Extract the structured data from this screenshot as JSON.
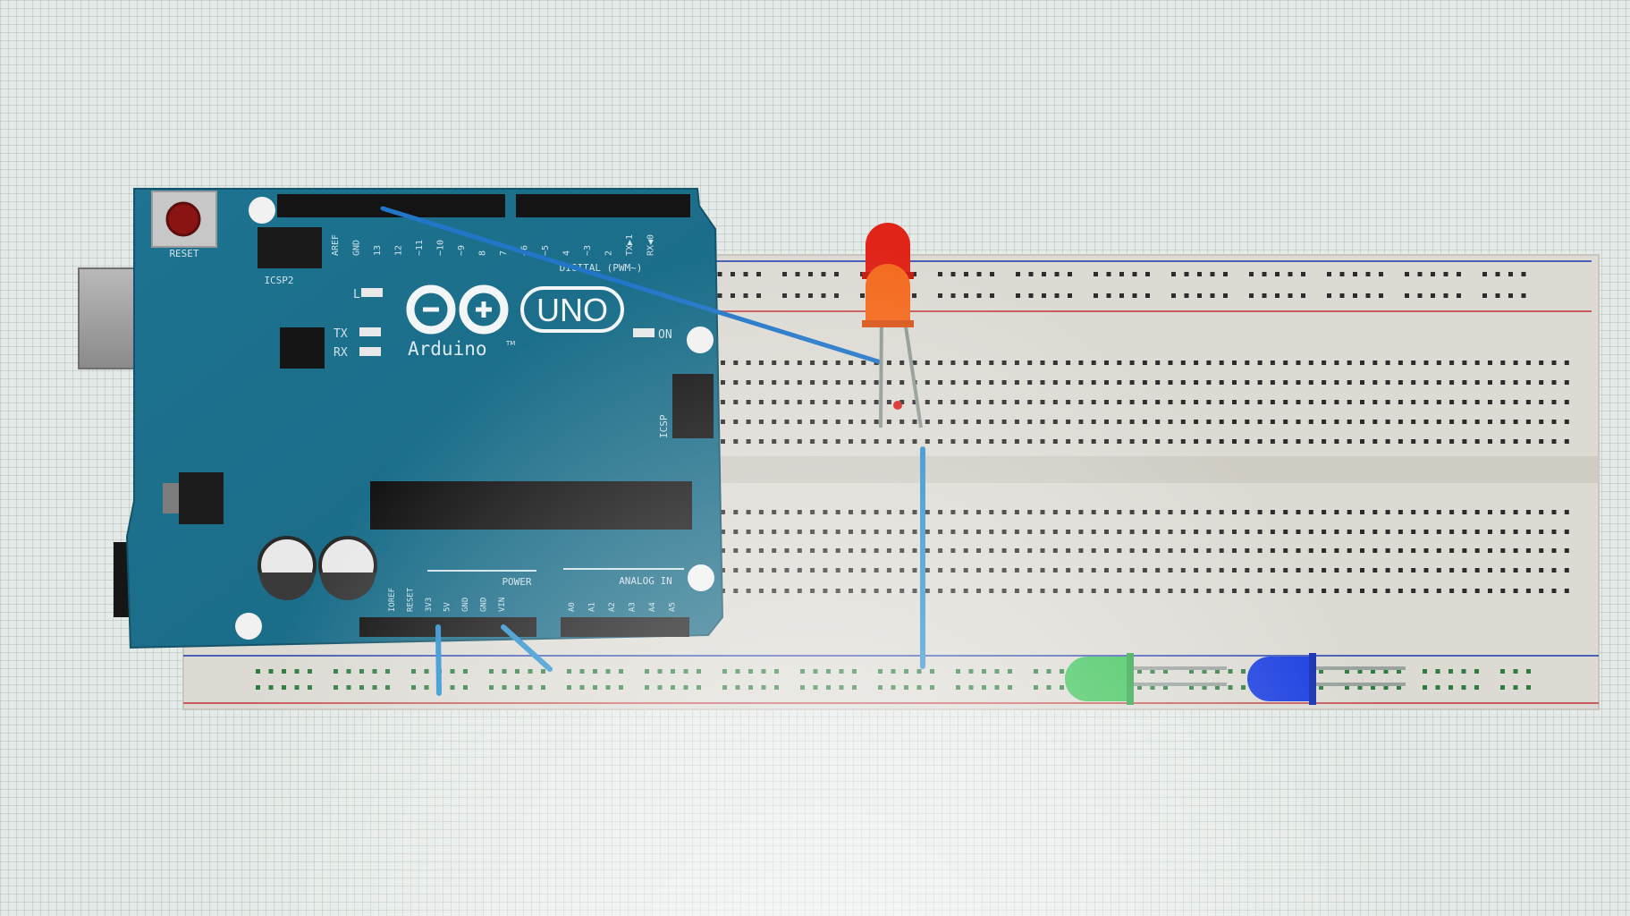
{
  "board": {
    "reset_label": "RESET",
    "icsp2_label": "ICSP2",
    "icsp_label": "ICSP",
    "logo_model": "UNO",
    "logo_brand": "Arduino",
    "tm": "TM",
    "led_l": "L",
    "led_tx": "TX",
    "led_rx": "RX",
    "led_on": "ON",
    "digital_label": "DIGITAL (PWM~)",
    "tx1": "TX▶1",
    "rx0": "RX◀0",
    "aref": "AREF",
    "gnd": "GND",
    "digital_pins": [
      "13",
      "12",
      "~11",
      "~10",
      "~9",
      "8",
      "7",
      "~6",
      "~5",
      "4",
      "~3",
      "2"
    ],
    "power_label": "POWER",
    "analog_label": "ANALOG IN",
    "power_pins": [
      "IOREF",
      "RESET",
      "3V3",
      "5V",
      "GND",
      "GND",
      "VIN"
    ],
    "analog_pins": [
      "A0",
      "A1",
      "A2",
      "A3",
      "A4",
      "A5"
    ]
  },
  "colors": {
    "board": "#1f7891",
    "breadboard": "#dcdad3",
    "wire": "#2276c8",
    "led_red": "#e02418",
    "led_orange": "#f46a1e",
    "led_green": "#3fc45a",
    "led_blue": "#1a3ee0"
  },
  "components": {
    "red_led": "red LED",
    "orange_led": "orange LED",
    "green_led": "green LED",
    "blue_led": "blue LED"
  }
}
